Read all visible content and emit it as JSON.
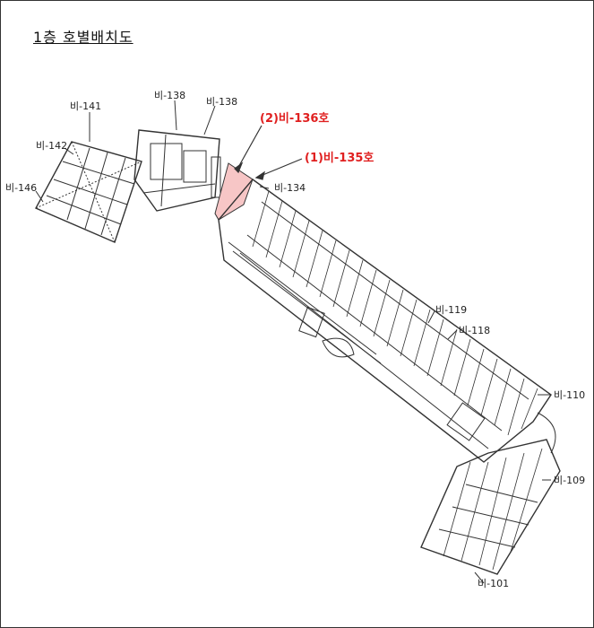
{
  "title": "1층 호별배치도",
  "labels": {
    "b141": "비-141",
    "b138a": "비-138",
    "b138b": "비-138",
    "b142": "비-142",
    "b146": "비-146",
    "b134": "비-134",
    "b119": "비-119",
    "b118": "비-118",
    "b110": "비-110",
    "b109": "비-109",
    "b101": "비-101"
  },
  "highlights": {
    "h136": "(2)비-136호",
    "h135": "(1)비-135호"
  },
  "colors": {
    "line": "#333333",
    "highlight_text": "#e02020",
    "highlight_fill": "#f7c6c6"
  }
}
